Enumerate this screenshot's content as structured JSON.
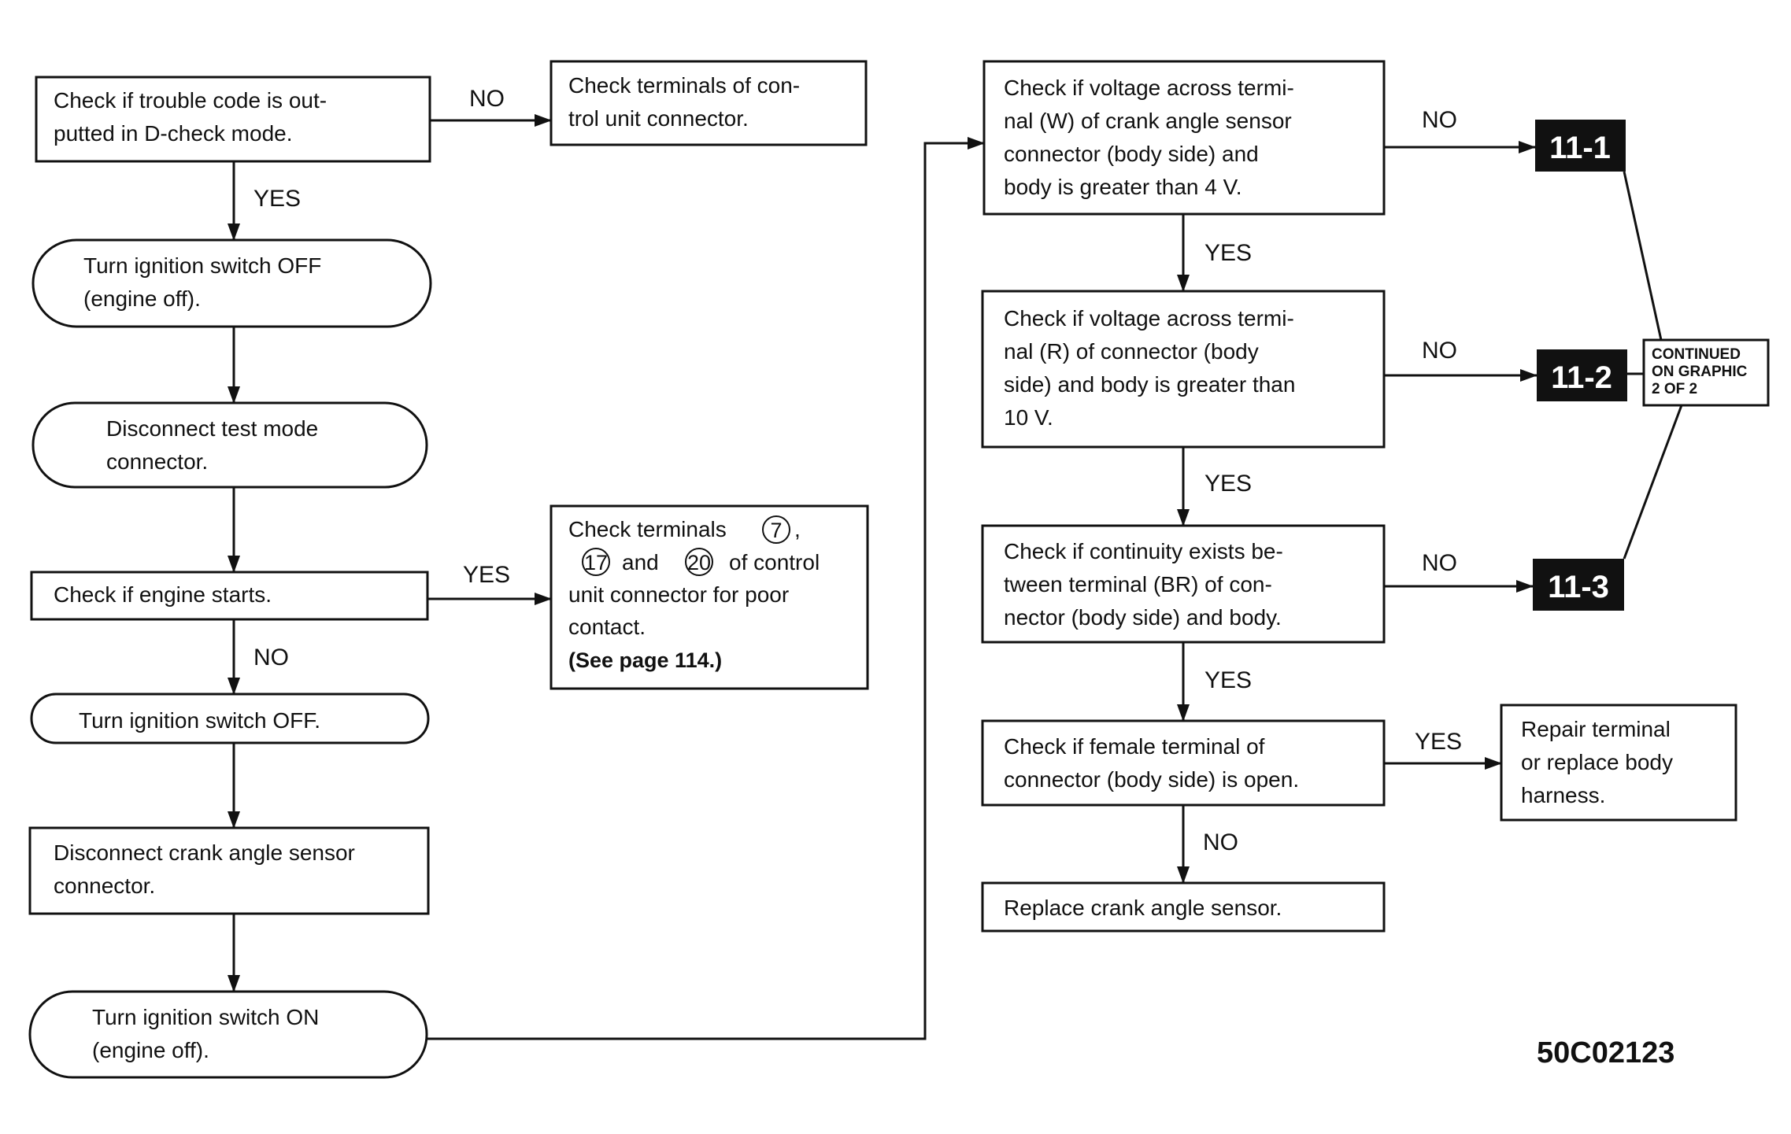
{
  "nodes": {
    "n1": {
      "lines": [
        "Check if trouble code is out-",
        "putted in D-check mode."
      ]
    },
    "n2": {
      "lines": [
        "Check terminals of con-",
        "trol unit connector."
      ]
    },
    "n3": {
      "lines": [
        "Turn ignition switch OFF",
        "(engine off)."
      ]
    },
    "n4": {
      "lines": [
        "Disconnect test mode",
        "connector."
      ]
    },
    "n5": {
      "lines": [
        "Check if engine starts."
      ]
    },
    "n6": {
      "line1": "Check terminals",
      "line1_circ": "7",
      "line1_end": ",",
      "line2_circ_a": "17",
      "line2_mid": "and",
      "line2_circ_b": "20",
      "line2_end": "of control",
      "lines_rest": [
        "unit connector for poor",
        "contact."
      ],
      "note": "(See page 114.)"
    },
    "n7": {
      "lines": [
        "Turn ignition switch OFF."
      ]
    },
    "n8": {
      "lines": [
        "Disconnect crank angle sensor",
        "connector."
      ]
    },
    "n9": {
      "lines": [
        "Turn ignition switch ON",
        "(engine off)."
      ]
    },
    "n10": {
      "lines": [
        "Check if voltage across termi-",
        "nal (W) of crank angle sensor",
        "connector (body side) and",
        "body is greater than 4 V."
      ]
    },
    "n11": {
      "lines": [
        "Check if voltage across termi-",
        "nal (R) of connector (body",
        "side) and body is greater than",
        "10 V."
      ]
    },
    "n12": {
      "lines": [
        "Check if continuity exists be-",
        "tween terminal (BR) of con-",
        "nector (body side) and body."
      ]
    },
    "n13": {
      "lines": [
        "Check if female terminal of",
        "connector (body side) is open."
      ]
    },
    "n14": {
      "lines": [
        "Repair terminal",
        "or replace body",
        "harness."
      ]
    },
    "n15": {
      "lines": [
        "Replace crank angle sensor."
      ]
    }
  },
  "edge_labels": {
    "n1_no": "NO",
    "n1_yes": "YES",
    "n5_yes": "YES",
    "n5_no": "NO",
    "n10_no": "NO",
    "n10_yes": "YES",
    "n11_no": "NO",
    "n11_yes": "YES",
    "n12_no": "NO",
    "n12_yes": "YES",
    "n13_yes": "YES",
    "n13_no": "NO"
  },
  "tags": {
    "t1": "11-1",
    "t2": "11-2",
    "t3": "11-3"
  },
  "continued": [
    "CONTINUED",
    "ON GRAPHIC",
    "2 OF 2"
  ],
  "figure_code": "50C02123"
}
